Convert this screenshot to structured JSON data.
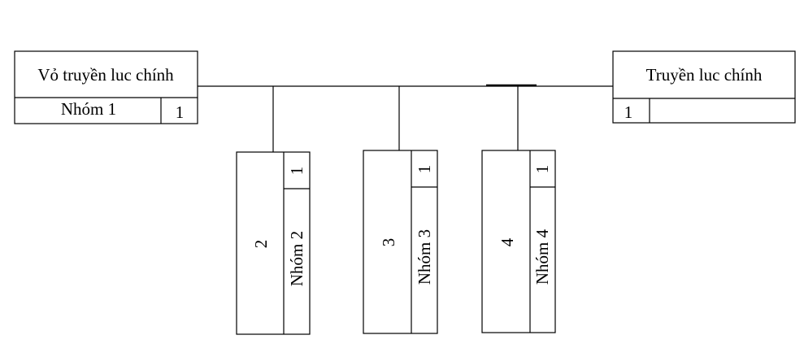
{
  "diagram": {
    "left_block": {
      "title": "Vỏ truyền luc chính",
      "group_label": "Nhóm 1",
      "count": "1"
    },
    "right_block": {
      "title": "Truyền luc chính",
      "count": "1"
    },
    "columns": [
      {
        "number": "2",
        "group_label": "Nhóm 2",
        "count": "1"
      },
      {
        "number": "3",
        "group_label": "Nhóm 3",
        "count": "1"
      },
      {
        "number": "4",
        "group_label": "Nhóm 4",
        "count": "1"
      }
    ]
  }
}
